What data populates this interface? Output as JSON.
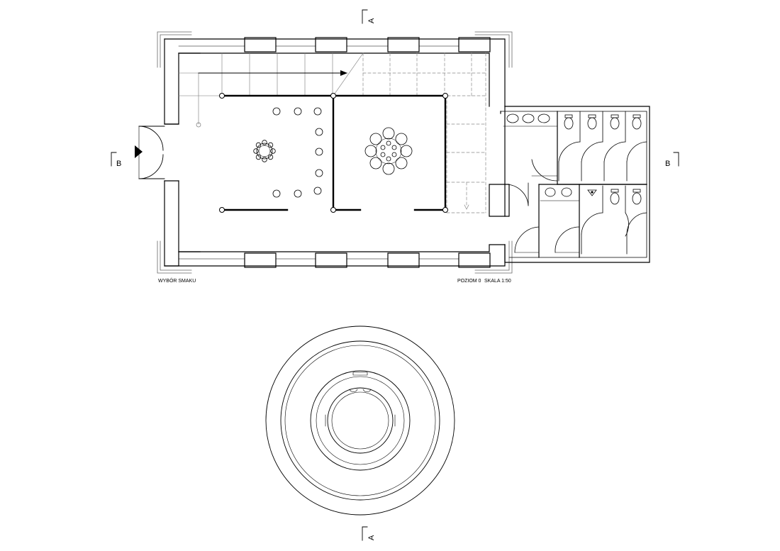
{
  "drawing": {
    "project_label": "WYBÓR SMAKU",
    "level_label": "POZIOM 0",
    "scale_label": "SKALA 1:50"
  },
  "section_marks": {
    "a_top": "A",
    "a_bottom": "A",
    "b_left": "B",
    "b_right": "B"
  },
  "colors": {
    "line": "#000000",
    "thin": "#555555",
    "dashed": "#888888",
    "background": "#ffffff"
  }
}
